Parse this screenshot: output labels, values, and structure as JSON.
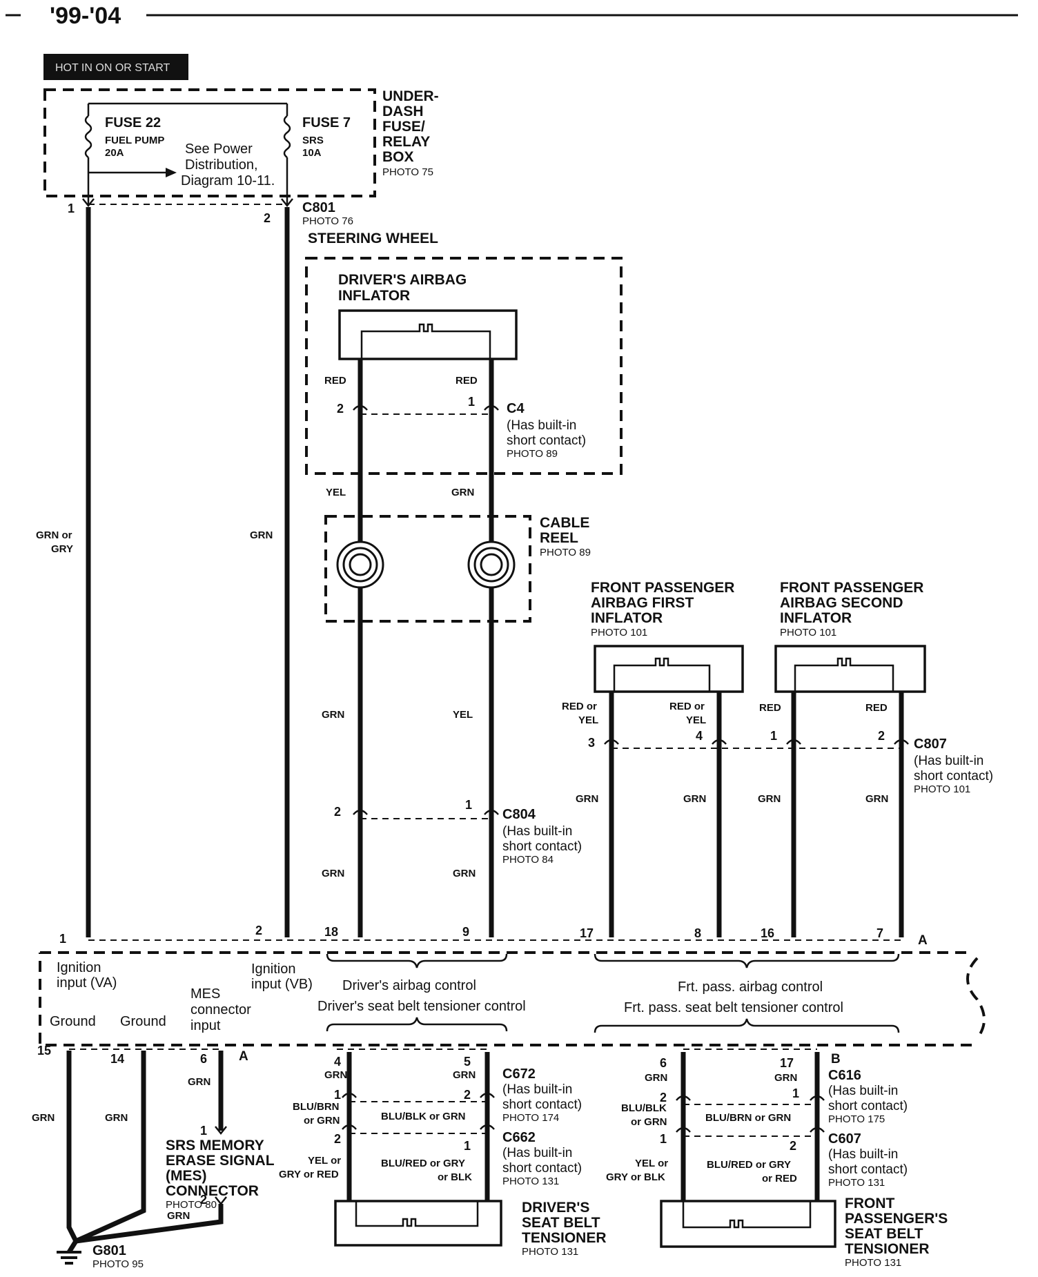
{
  "header": {
    "year_range": "'99-'04",
    "power_badge": "HOT IN ON OR START"
  },
  "fuse_box": {
    "fuse22": {
      "name": "FUSE 22",
      "circuit": "FUEL PUMP",
      "rating": "20A"
    },
    "fuse7": {
      "name": "FUSE 7",
      "circuit": "SRS",
      "rating": "10A"
    },
    "see_note": [
      "See Power",
      "Distribution,",
      "Diagram 10-11."
    ],
    "title_lines": [
      "UNDER-",
      "DASH",
      "FUSE/",
      "RELAY",
      "BOX"
    ],
    "photo": "PHOTO 75"
  },
  "c801": {
    "name": "C801",
    "photo": "PHOTO 76",
    "pin1": "1",
    "pin2": "2"
  },
  "steering_wheel": {
    "label": "STEERING WHEEL"
  },
  "drivers_airbag": {
    "title_lines": [
      "DRIVER'S AIRBAG",
      "INFLATOR"
    ],
    "wire_left": "RED",
    "wire_right": "RED",
    "c4": {
      "name": "C4",
      "lines": [
        "(Has built-in",
        "short contact)"
      ],
      "photo": "PHOTO 89",
      "pin_left": "2",
      "pin_right": "1"
    }
  },
  "cable_reel": {
    "title_lines": [
      "CABLE",
      "REEL"
    ],
    "photo": "PHOTO 89",
    "wire_in_left": "YEL",
    "wire_in_right": "GRN"
  },
  "c804": {
    "name": "C804",
    "lines": [
      "(Has built-in",
      "short contact)"
    ],
    "photo": "PHOTO 84",
    "pin_left": "2",
    "pin_right": "1",
    "wire_upper_left": "GRN",
    "wire_upper_right": "YEL",
    "wire_lower_left": "GRN",
    "wire_lower_right": "GRN"
  },
  "left_wires": {
    "wire1": [
      "GRN or",
      "GRY"
    ],
    "wire2": "GRN"
  },
  "front_passenger_first": {
    "title_lines": [
      "FRONT PASSENGER",
      "AIRBAG FIRST",
      "INFLATOR"
    ],
    "photo": "PHOTO 101",
    "wire_left": [
      "RED or",
      "YEL"
    ],
    "wire_right": [
      "RED or",
      "YEL"
    ],
    "pin_left": "3",
    "pin_right": "4"
  },
  "front_passenger_second": {
    "title_lines": [
      "FRONT PASSENGER",
      "AIRBAG SECOND",
      "INFLATOR"
    ],
    "photo": "PHOTO 101",
    "wire_left": "RED",
    "wire_right": "RED",
    "pin_left": "1",
    "pin_right": "2"
  },
  "c807": {
    "name": "C807",
    "lines": [
      "(Has built-in",
      "short contact)"
    ],
    "photo": "PHOTO 101"
  },
  "passenger_lower_wires": [
    "GRN",
    "GRN",
    "GRN",
    "GRN"
  ],
  "srs_unit": {
    "top_pins": [
      "1",
      "2",
      "18",
      "9",
      "17",
      "8",
      "16",
      "7",
      "A"
    ],
    "ignition_va": [
      "Ignition",
      "input (VA)"
    ],
    "ignition_vb": [
      "Ignition",
      "input (VB)"
    ],
    "drivers_control": "Driver's airbag control",
    "drivers_tensioner_control": "Driver's seat belt tensioner control",
    "frt_pass_control": "Frt. pass. airbag control",
    "frt_pass_tensioner_control": "Frt. pass. seat belt tensioner control",
    "ground1": "Ground",
    "ground2": "Ground",
    "mes_input": [
      "MES",
      "connector",
      "input"
    ],
    "bottom_pins": [
      "15",
      "14",
      "6",
      "A",
      "4",
      "5",
      "6",
      "17",
      "B"
    ]
  },
  "ground_wires": {
    "g15": "GRN",
    "g14": "GRN",
    "mes_wire": "GRN",
    "mes_ground_wire": "GRN"
  },
  "mes_connector": {
    "pin_top": "1",
    "pin_bottom": "2",
    "title_lines": [
      "SRS MEMORY",
      "ERASE SIGNAL",
      "(MES)",
      "CONNECTOR"
    ],
    "photo": "PHOTO 80"
  },
  "g801": {
    "name": "G801",
    "photo": "PHOTO 95"
  },
  "driver_tensioner": {
    "top_wire_left": "GRN",
    "top_wire_right": "GRN",
    "c672": {
      "name": "C672",
      "lines": [
        "(Has built-in",
        "short contact)"
      ],
      "photo": "PHOTO 174",
      "pin_left": "1",
      "pin_right": "2"
    },
    "mid_left": [
      "BLU/BRN",
      "or GRN"
    ],
    "mid_center": "BLU/BLK or GRN",
    "c662": {
      "name": "C662",
      "lines": [
        "(Has built-in",
        "short contact)"
      ],
      "photo": "PHOTO 131",
      "pin_left": "2",
      "pin_right": "1"
    },
    "low_left": [
      "YEL or",
      "GRY or RED"
    ],
    "low_center": [
      "BLU/RED or GRY",
      "or BLK"
    ],
    "title_lines": [
      "DRIVER'S",
      "SEAT BELT",
      "TENSIONER"
    ],
    "photo": "PHOTO 131"
  },
  "passenger_tensioner": {
    "top_wire_left": "GRN",
    "top_wire_right": "GRN",
    "c616": {
      "name": "C616",
      "lines": [
        "(Has built-in",
        "short contact)"
      ],
      "photo": "PHOTO 175",
      "pin_left": "2",
      "pin_right": "1"
    },
    "mid_left": [
      "BLU/BLK",
      "or GRN"
    ],
    "mid_center": "BLU/BRN or GRN",
    "c607": {
      "name": "C607",
      "lines": [
        "(Has built-in",
        "short contact)"
      ],
      "photo": "PHOTO 131",
      "pin_left": "1",
      "pin_right": "2"
    },
    "low_left": [
      "YEL or",
      "GRY or BLK"
    ],
    "low_center": [
      "BLU/RED or GRY",
      "or RED"
    ],
    "title_lines": [
      "FRONT",
      "PASSENGER'S",
      "SEAT BELT",
      "TENSIONER"
    ],
    "photo": "PHOTO 131"
  }
}
